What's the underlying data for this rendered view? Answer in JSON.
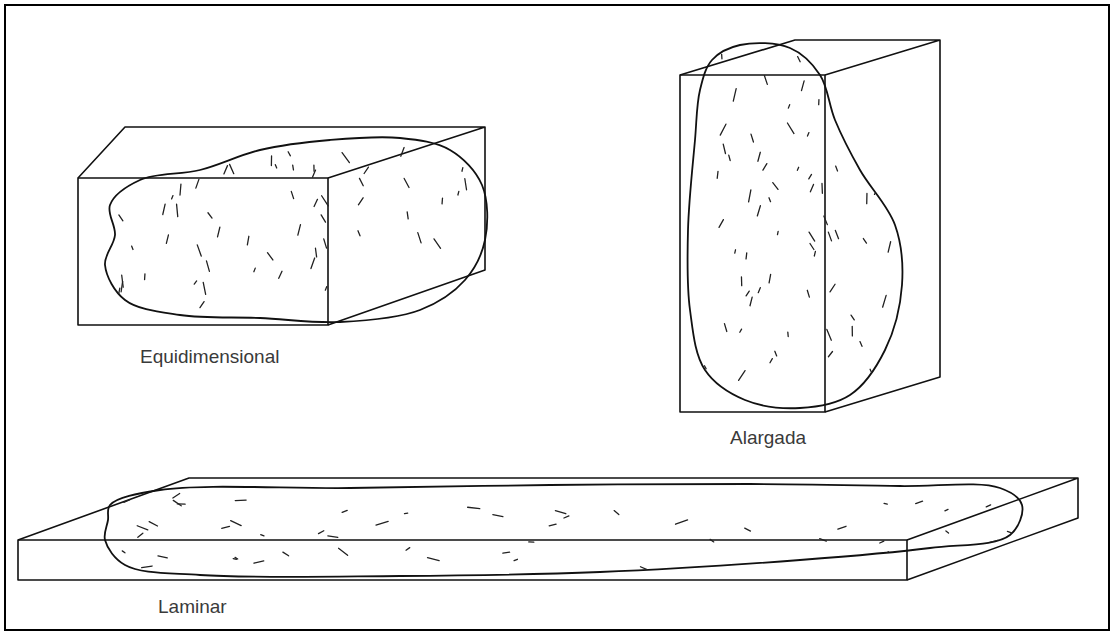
{
  "diagram": {
    "labels": [
      "Equidimensional",
      "Alargada",
      "Laminar"
    ]
  }
}
